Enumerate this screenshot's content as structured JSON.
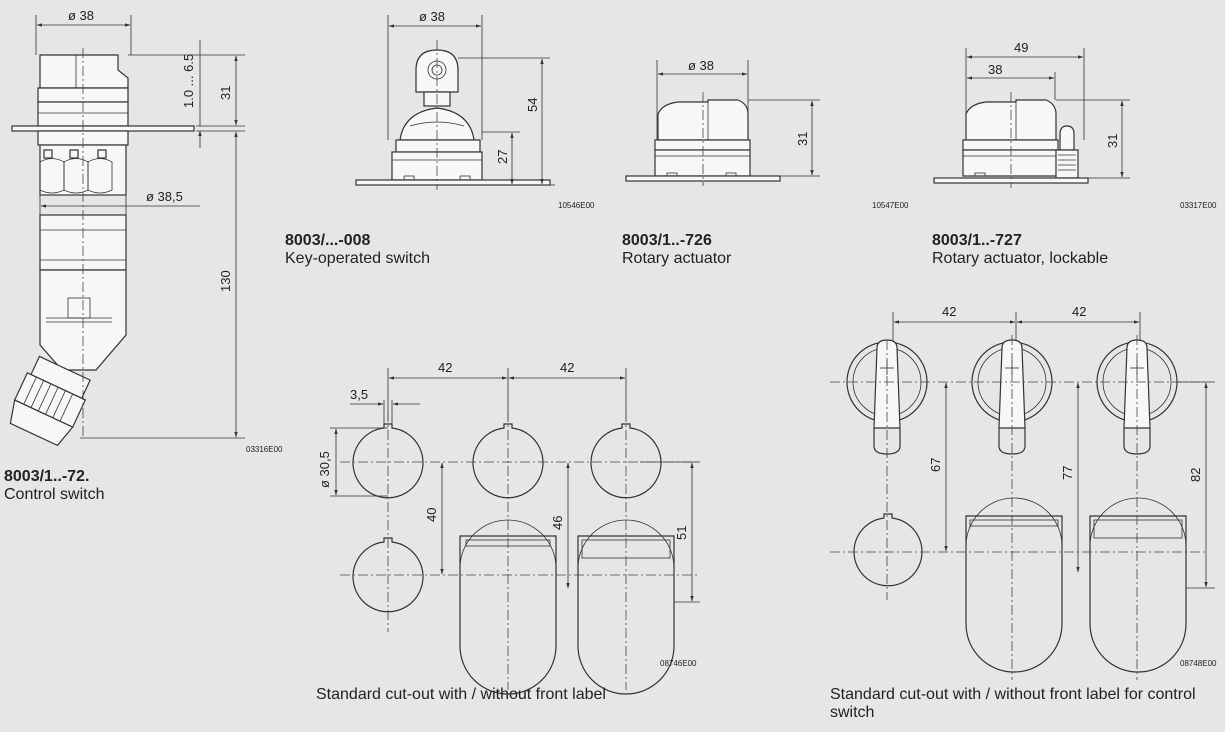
{
  "drawings": {
    "control_switch": {
      "model": "8003/1..-72.",
      "description": "Control switch",
      "drawing_no": "03316E00",
      "dims": {
        "dia_top": "ø 38",
        "dia_mid": "ø 38,5",
        "range": "1.0 ... 6.5",
        "h_top": "31",
        "h_total": "130"
      }
    },
    "key_switch": {
      "model": "8003/...-008",
      "description": "Key-operated switch",
      "drawing_no": "10546E00",
      "dims": {
        "dia": "ø 38",
        "h_total": "54",
        "h_body": "27"
      }
    },
    "rotary": {
      "model": "8003/1..-726",
      "description": "Rotary actuator",
      "drawing_no": "10547E00",
      "dims": {
        "dia": "ø 38",
        "h": "31"
      }
    },
    "rotary_lockable": {
      "model": "8003/1..-727",
      "description": "Rotary actuator, lockable",
      "drawing_no": "03317E00",
      "dims": {
        "w_total": "49",
        "w_body": "38",
        "h": "31"
      }
    },
    "cutout_standard": {
      "description": "Standard cut-out with / without front label",
      "drawing_no": "08746E00",
      "dims": {
        "pitch1": "42",
        "pitch2": "42",
        "notch": "3,5",
        "dia": "ø 30,5",
        "v1": "40",
        "v2": "46",
        "v3": "51"
      }
    },
    "cutout_control": {
      "description": "Standard cut-out with / without front label for control switch",
      "drawing_no": "08748E00",
      "dims": {
        "pitch1": "42",
        "pitch2": "42",
        "v1": "67",
        "v2": "77",
        "v3": "82"
      }
    }
  }
}
